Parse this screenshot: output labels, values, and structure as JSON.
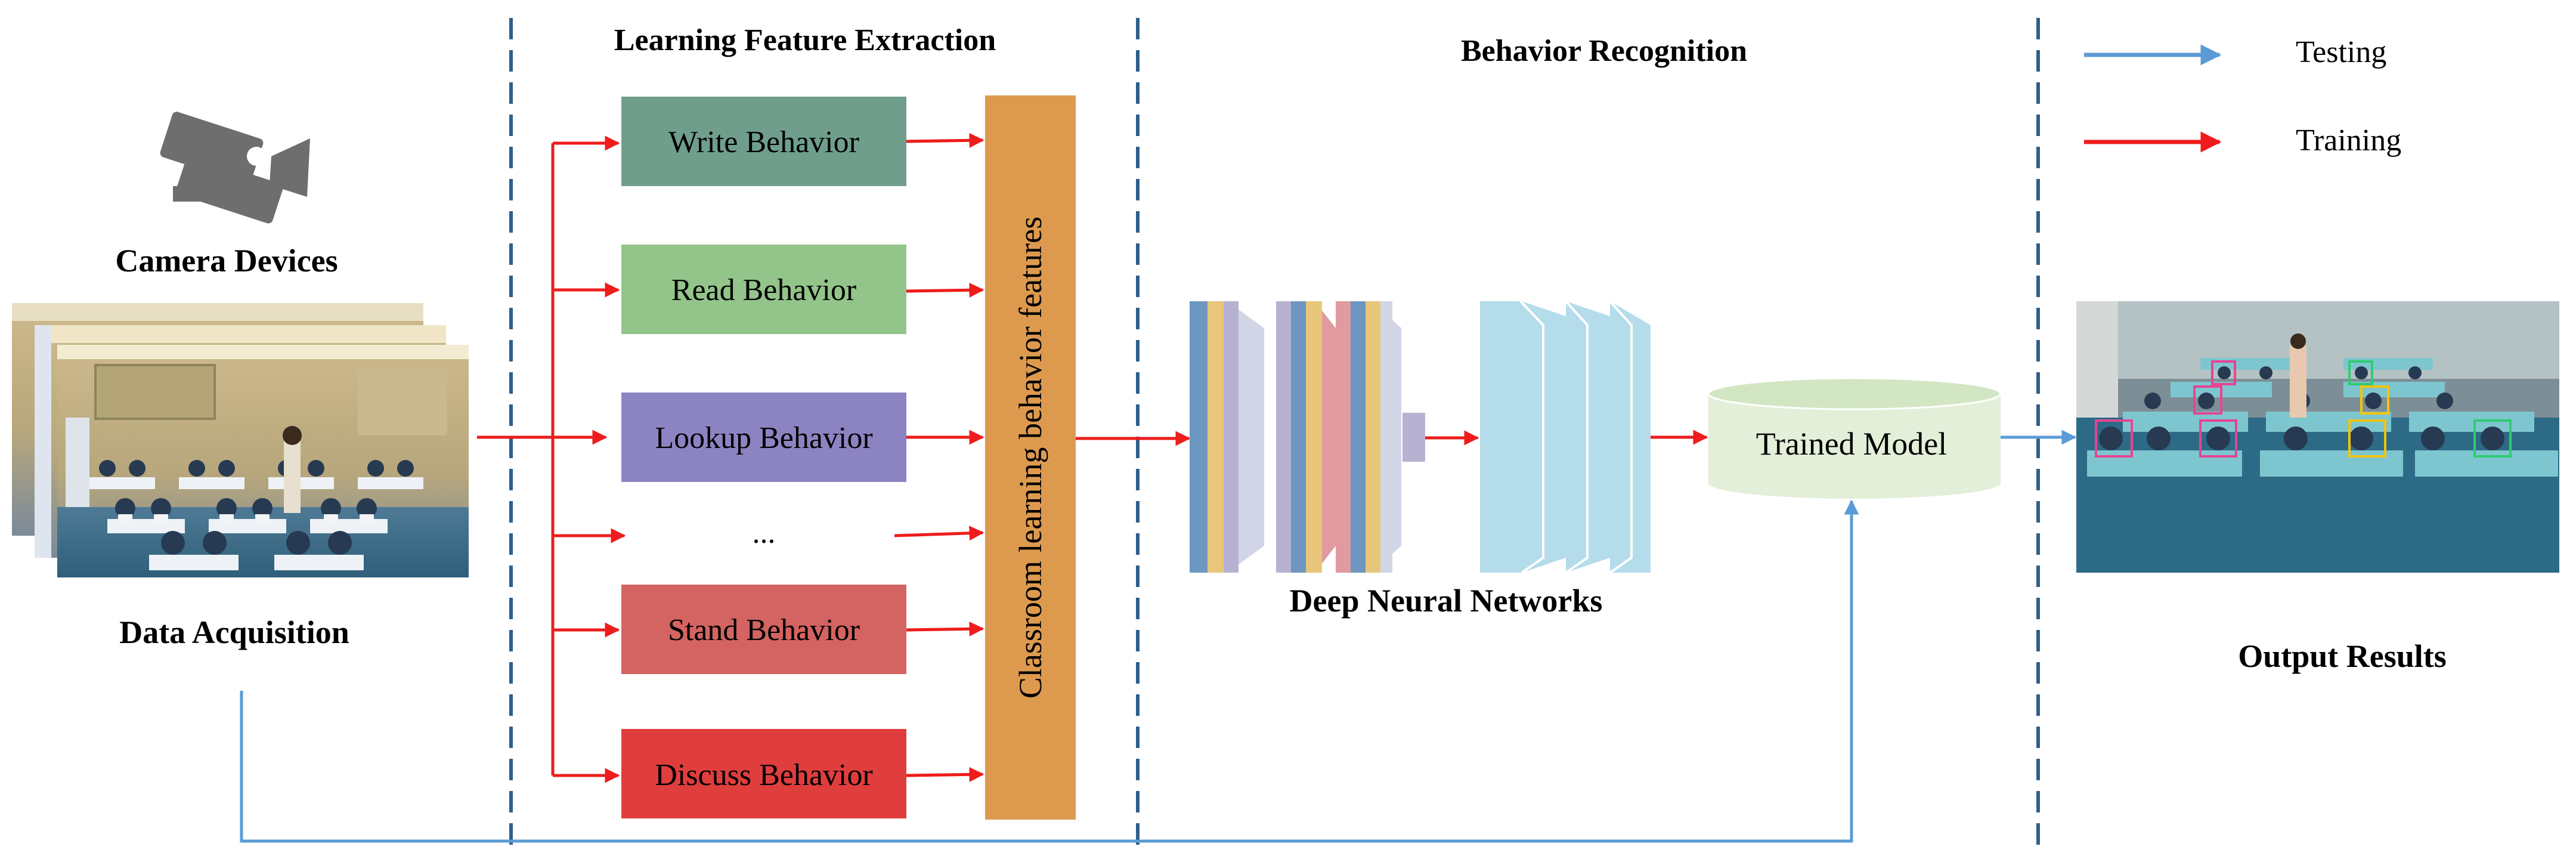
{
  "sections": {
    "feature_extraction": "Learning Feature Extraction",
    "recognition": "Behavior Recognition"
  },
  "legend": {
    "testing": "Testing",
    "training": "Training"
  },
  "labels": {
    "camera": "Camera Devices",
    "acquisition": "Data Acquisition",
    "features_bar": "Classroom learning behavior features",
    "dnn": "Deep Neural Networks",
    "trained_model": "Trained Model",
    "output": "Output Results"
  },
  "behaviors": {
    "write": "Write Behavior",
    "read": "Read Behavior",
    "lookup": "Lookup Behavior",
    "ellipsis": "...",
    "stand": "Stand Behavior",
    "discuss": "Discuss Behavior"
  },
  "colors": {
    "training_arrow": "#ee1c1c",
    "testing_arrow": "#5b9bd5",
    "divider": "#2e5f8a",
    "write": "#6f9f8c",
    "read": "#93c48a",
    "lookup": "#8c84c2",
    "stand": "#d36461",
    "discuss": "#e03d3d",
    "features_bar": "#dd9a4f",
    "model": "#e3efd9"
  },
  "icons": {
    "camera": "security-camera-icon",
    "input": "classroom-photos",
    "output": "detection-result-photo"
  }
}
